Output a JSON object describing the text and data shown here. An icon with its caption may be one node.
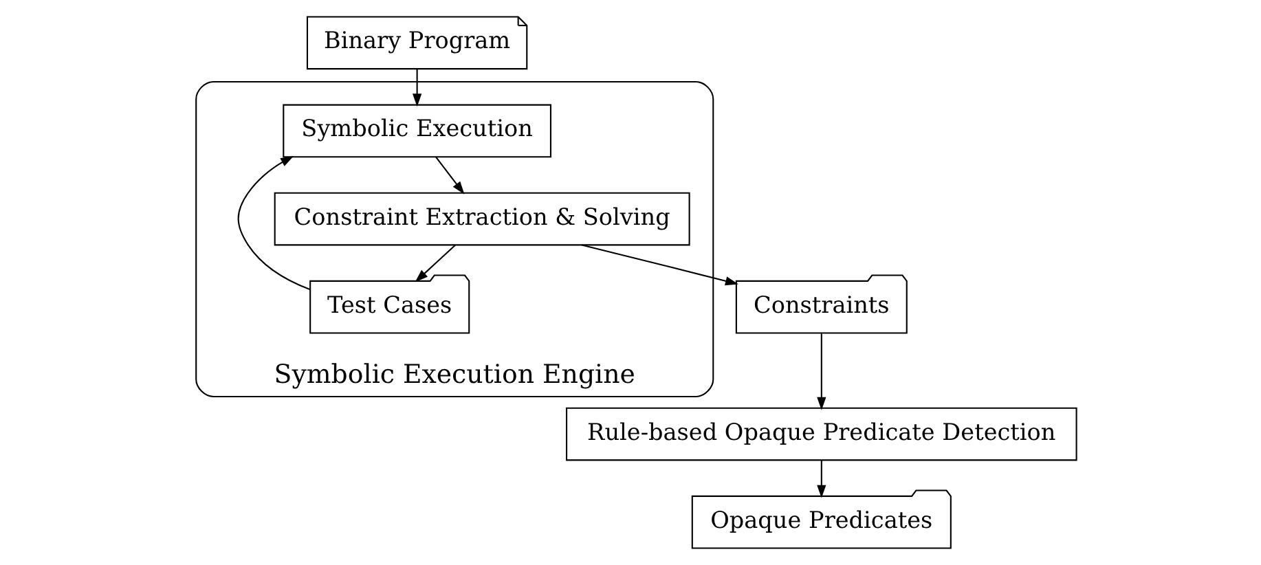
{
  "diagram": {
    "nodes": [
      {
        "text": [
          "Symbolic Execution Engine"
        ]
      },
      {
        "text": [
          "Binary Program"
        ]
      },
      {
        "text": [
          "Symbolic Execution"
        ],
        "in": 0
      },
      {
        "text": [
          "Constraint Extraction & Solving"
        ],
        "in": 0
      },
      {
        "text": [
          "Test Cases"
        ],
        "in": 0
      },
      {
        "text": [
          "Constraints"
        ]
      },
      {
        "text": [
          "Rule-based Opaque Predicate Detection"
        ]
      },
      {
        "text": [
          "Opaque Predicates"
        ]
      }
    ],
    "edges": [
      {
        "from": 1,
        "to": 2,
        "arrow": "to"
      },
      {
        "from": 2,
        "to": 3,
        "arrow": "to"
      },
      {
        "from": 3,
        "to": 4,
        "arrow": "to"
      },
      {
        "from": 4,
        "to": 2,
        "arrow": "to"
      },
      {
        "from": 3,
        "to": 5,
        "arrow": "to"
      },
      {
        "from": 5,
        "to": 6,
        "arrow": "to"
      },
      {
        "from": 6,
        "to": 7,
        "arrow": "to"
      }
    ]
  }
}
